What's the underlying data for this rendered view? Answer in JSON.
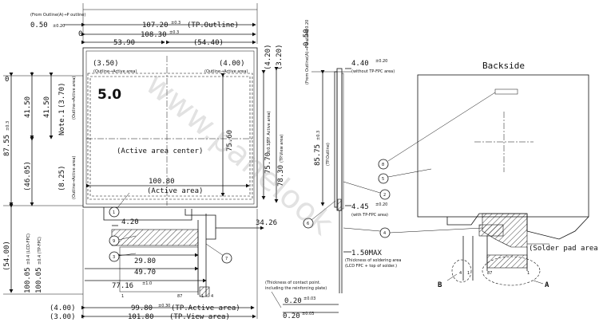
{
  "front_view": {
    "outline_note": "(From Outline(A)→P outline)",
    "outline_offset": "0.50",
    "outline_offset_tol": "±0.20",
    "origin_mark": "0",
    "outline_width": "107.20",
    "outline_width_tol": "±0.3",
    "outline_width_note": "(TP.Outline)",
    "dim_53_90": "53.90",
    "dim_54_40": "(54.40)",
    "dim_3_50": "(3.50)",
    "dim_4_00_top": "(4.00)",
    "outline_active_left": "(Outline→Active area)",
    "outline_active_right": "(Outline→Active area)",
    "size_label": "5.0",
    "dim_41_50": "41.50",
    "dim_41_50_b": "41.50",
    "note1": "Note.1",
    "dim_3_70": "(3.70)",
    "outline_active_vert": "(Outline→Active area)",
    "dim_87_55": "87.55",
    "dim_87_55_tol": "±0.3",
    "active_center": "(Active area center)",
    "dim_46_05": "(46.05)",
    "dim_8_25": "(8.25)",
    "outline_active_vert2": "(Outline→Active area)",
    "dim_100_80": "100.80",
    "active_area": "(Active area)",
    "dim_75_60": "75.60",
    "dim_75_70": "75.70",
    "dim_75_70_tol": "±0.15",
    "dim_75_70_note": "(TP. Active area)",
    "dim_78_30": "78.30",
    "dim_78_30_note": "(TP.View area)",
    "dim_4_20_top": "(4.20)",
    "dim_3_20": "(3.20)",
    "dim_4_20": "4.20",
    "dim_34_26": "34.26",
    "dim_54_00": "(54.00)",
    "dim_100_05_lcd": "100.05",
    "dim_100_05_lcd_note": "±0.4 (LCD-FPC)",
    "dim_100_05_tp": "100.05",
    "dim_100_05_tp_note": "±0.4 (TP-FPC)",
    "dim_29_80": "29.80",
    "dim_49_70": "49.70",
    "dim_77_16": "77.16",
    "dim_77_16_tol": "±1.0",
    "pin_1a": "1",
    "pin_87": "87",
    "pin_1b": "1",
    "pin_4": "4",
    "dim_4_00_bot": "(4.00)",
    "dim_99_80": "99.80",
    "dim_99_80_tol": "±0.30",
    "dim_99_80_note": "(TP.Active area)",
    "dim_3_00": "(3.00)",
    "dim_101_80": "101.80",
    "dim_101_80_note": "(TP.View area)",
    "callouts": [
      "1",
      "9",
      "3",
      "7"
    ]
  },
  "side_view": {
    "outline_note": "(From Outline(A)→P outline)",
    "dim_0_50": "0.50",
    "dim_0_50_tol": "±0.20",
    "dim_4_40": "4.40",
    "dim_4_40_tol": "±0.20",
    "dim_4_40_note": "(without TP-FPC area)",
    "dim_85_75": "85.75",
    "dim_85_75_tol": "±0.3",
    "dim_85_75_note": "(TP.Outline)",
    "dim_4_45": "4.45",
    "dim_4_45_tol": "±0.20",
    "dim_4_45_note": "(with TP-FPC area)",
    "dim_1_50": "1.50MAX",
    "dim_1_50_note1": "(Thickness of soldering area",
    "dim_1_50_note2": "(LCD FPC + top of solder.)",
    "contact_note1": "(Thickness of contact point.",
    "contact_note2": "including the reinforcing plate)",
    "dim_0_20_a": "0.20",
    "dim_0_20_a_tol": "±0.03",
    "dim_0_20_b": "0.20",
    "dim_0_20_b_tol": "±0.03",
    "callouts": [
      "6",
      "2",
      "4"
    ]
  },
  "back_view": {
    "title": "Backside",
    "solder_pad": "(Solder pad area)",
    "label_a": "A",
    "label_b": "B",
    "pin_4": "4",
    "pin_1": "1",
    "pin_87": "87",
    "pin_1b": "1",
    "callouts": [
      "8",
      "5",
      "2",
      "4"
    ]
  },
  "watermark": "www.panelook"
}
